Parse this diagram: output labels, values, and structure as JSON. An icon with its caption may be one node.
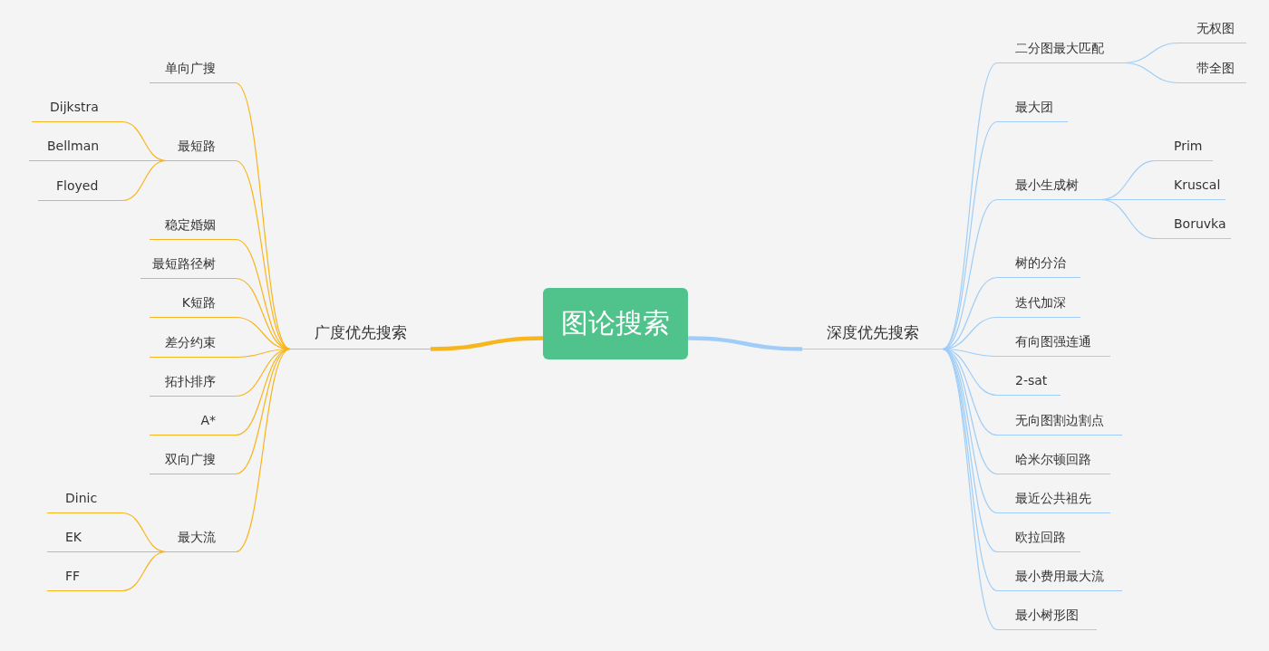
{
  "diagram": {
    "nodes": [
      {
        "text": [
          "图论搜索"
        ]
      },
      {
        "text": [
          "广度优先搜索"
        ]
      },
      {
        "text": [
          "深度优先搜索"
        ]
      },
      {
        "text": [
          "单向广搜"
        ]
      },
      {
        "text": [
          "最短路"
        ]
      },
      {
        "text": [
          "Dijkstra"
        ]
      },
      {
        "text": [
          "Bellman"
        ]
      },
      {
        "text": [
          "Floyed"
        ]
      },
      {
        "text": [
          "稳定婚姻"
        ]
      },
      {
        "text": [
          "最短路径树"
        ]
      },
      {
        "text": [
          "K短路"
        ]
      },
      {
        "text": [
          "差分约束"
        ]
      },
      {
        "text": [
          "拓扑排序"
        ]
      },
      {
        "text": [
          "A*"
        ]
      },
      {
        "text": [
          "双向广搜"
        ]
      },
      {
        "text": [
          "最大流"
        ]
      },
      {
        "text": [
          "Dinic"
        ]
      },
      {
        "text": [
          "EK"
        ]
      },
      {
        "text": [
          "FF"
        ]
      },
      {
        "text": [
          "二分图最大匹配"
        ]
      },
      {
        "text": [
          "无权图"
        ]
      },
      {
        "text": [
          "带全图"
        ]
      },
      {
        "text": [
          "最大团"
        ]
      },
      {
        "text": [
          "最小生成树"
        ]
      },
      {
        "text": [
          "Prim"
        ]
      },
      {
        "text": [
          "Kruscal"
        ]
      },
      {
        "text": [
          "Boruvka"
        ]
      },
      {
        "text": [
          "树的分治"
        ]
      },
      {
        "text": [
          "迭代加深"
        ]
      },
      {
        "text": [
          "有向图强连通"
        ]
      },
      {
        "text": [
          "2-sat"
        ]
      },
      {
        "text": [
          "无向图割边割点"
        ]
      },
      {
        "text": [
          "哈米尔顿回路"
        ]
      },
      {
        "text": [
          "最近公共祖先"
        ]
      },
      {
        "text": [
          "欧拉回路"
        ]
      },
      {
        "text": [
          "最小费用最大流"
        ]
      },
      {
        "text": [
          "最小树形图"
        ]
      }
    ],
    "edges": [
      {
        "from": 0,
        "to": 1,
        "arrow": "none",
        "style": "thick",
        "color": "#f7b51e"
      },
      {
        "from": 0,
        "to": 2,
        "arrow": "none",
        "style": "thick",
        "color": "#9fcdf7"
      },
      {
        "from": 1,
        "to": 3,
        "arrow": "none",
        "color": "#f7b51e"
      },
      {
        "from": 1,
        "to": 4,
        "arrow": "none",
        "color": "#f7b51e"
      },
      {
        "from": 4,
        "to": 5,
        "arrow": "none",
        "color": "#f7b51e"
      },
      {
        "from": 4,
        "to": 6,
        "arrow": "none",
        "color": "#f7b51e"
      },
      {
        "from": 4,
        "to": 7,
        "arrow": "none",
        "color": "#f7b51e"
      },
      {
        "from": 1,
        "to": 8,
        "arrow": "none",
        "color": "#f7b51e"
      },
      {
        "from": 1,
        "to": 9,
        "arrow": "none",
        "color": "#f7b51e"
      },
      {
        "from": 1,
        "to": 10,
        "arrow": "none",
        "color": "#f7b51e"
      },
      {
        "from": 1,
        "to": 11,
        "arrow": "none",
        "color": "#f7b51e"
      },
      {
        "from": 1,
        "to": 12,
        "arrow": "none",
        "color": "#f7b51e"
      },
      {
        "from": 1,
        "to": 13,
        "arrow": "none",
        "color": "#f7b51e"
      },
      {
        "from": 1,
        "to": 14,
        "arrow": "none",
        "color": "#f7b51e"
      },
      {
        "from": 1,
        "to": 15,
        "arrow": "none",
        "color": "#f7b51e"
      },
      {
        "from": 15,
        "to": 16,
        "arrow": "none",
        "color": "#f7b51e"
      },
      {
        "from": 15,
        "to": 17,
        "arrow": "none",
        "color": "#f7b51e"
      },
      {
        "from": 15,
        "to": 18,
        "arrow": "none",
        "color": "#f7b51e"
      },
      {
        "from": 2,
        "to": 19,
        "arrow": "none",
        "color": "#9fcdf7"
      },
      {
        "from": 19,
        "to": 20,
        "arrow": "none",
        "color": "#9fcdf7"
      },
      {
        "from": 19,
        "to": 21,
        "arrow": "none",
        "color": "#9fcdf7"
      },
      {
        "from": 2,
        "to": 22,
        "arrow": "none",
        "color": "#9fcdf7"
      },
      {
        "from": 2,
        "to": 23,
        "arrow": "none",
        "color": "#9fcdf7"
      },
      {
        "from": 23,
        "to": 24,
        "arrow": "none",
        "color": "#9fcdf7"
      },
      {
        "from": 23,
        "to": 25,
        "arrow": "none",
        "color": "#9fcdf7"
      },
      {
        "from": 23,
        "to": 26,
        "arrow": "none",
        "color": "#9fcdf7"
      },
      {
        "from": 2,
        "to": 27,
        "arrow": "none",
        "color": "#9fcdf7"
      },
      {
        "from": 2,
        "to": 28,
        "arrow": "none",
        "color": "#9fcdf7"
      },
      {
        "from": 2,
        "to": 29,
        "arrow": "none",
        "color": "#9fcdf7"
      },
      {
        "from": 2,
        "to": 30,
        "arrow": "none",
        "color": "#9fcdf7"
      },
      {
        "from": 2,
        "to": 31,
        "arrow": "none",
        "color": "#9fcdf7"
      },
      {
        "from": 2,
        "to": 32,
        "arrow": "none",
        "color": "#9fcdf7"
      },
      {
        "from": 2,
        "to": 33,
        "arrow": "none",
        "color": "#9fcdf7"
      },
      {
        "from": 2,
        "to": 34,
        "arrow": "none",
        "color": "#9fcdf7"
      },
      {
        "from": 2,
        "to": 35,
        "arrow": "none",
        "color": "#9fcdf7"
      },
      {
        "from": 2,
        "to": 36,
        "arrow": "none",
        "color": "#9fcdf7"
      }
    ]
  }
}
